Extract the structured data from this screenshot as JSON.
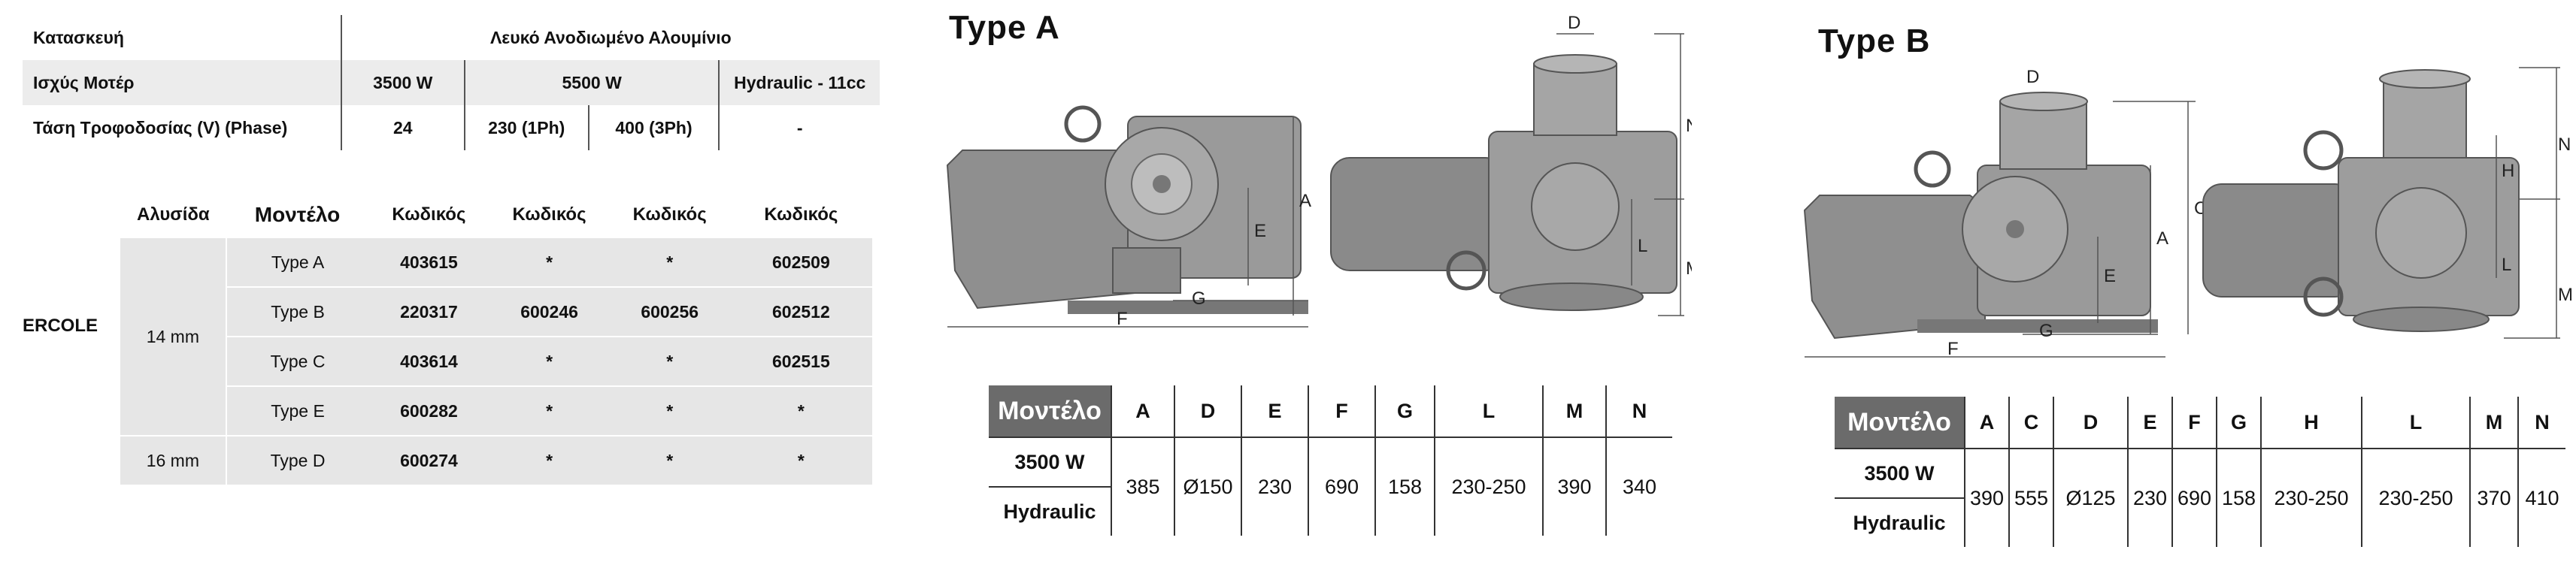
{
  "spec": {
    "row1": {
      "label": "Κατασκευή",
      "value": "Λευκό Ανοδιωμένο Αλουμίνιο"
    },
    "row2": {
      "label": "Ισχύς Μοτέρ",
      "v1": "3500 W",
      "v2": "5500 W",
      "v3": "Hydraulic - 11cc"
    },
    "row3": {
      "label": "Τάση Τροφοδοσίας (V) (Phase)",
      "v1": "24",
      "v2": "230 (1Ph)",
      "v3": "400 (3Ph)",
      "v4": "-"
    }
  },
  "codes": {
    "headers": [
      "Αλυσίδα",
      "Μοντέλο",
      "Κωδικός",
      "Κωδικός",
      "Κωδικός",
      "Κωδικός"
    ],
    "brand": "ERCOLE",
    "chain14": "14 mm",
    "chain16": "16 mm",
    "rows": [
      {
        "model": "Type A",
        "c1": "403615",
        "c2": "*",
        "c3": "*",
        "c4": "602509"
      },
      {
        "model": "Type B",
        "c1": "220317",
        "c2": "600246",
        "c3": "600256",
        "c4": "602512"
      },
      {
        "model": "Type C",
        "c1": "403614",
        "c2": "*",
        "c3": "*",
        "c4": "602515"
      },
      {
        "model": "Type E",
        "c1": "600282",
        "c2": "*",
        "c3": "*",
        "c4": "*"
      },
      {
        "model": "Type D",
        "c1": "600274",
        "c2": "*",
        "c3": "*",
        "c4": "*"
      }
    ]
  },
  "typeA": {
    "title": "Type A",
    "dims": {
      "A": "A",
      "D": "D",
      "E": "E",
      "F": "F",
      "G": "G",
      "L": "L",
      "M": "M",
      "N": "N"
    },
    "table": {
      "model_label": "Μοντέλο",
      "headers": [
        "A",
        "D",
        "E",
        "F",
        "G",
        "L",
        "M",
        "N"
      ],
      "row1": "3500 W",
      "row2": "Hydraulic",
      "values": [
        "385",
        "Ø150",
        "230",
        "690",
        "158",
        "230-250",
        "390",
        "340"
      ]
    }
  },
  "typeB": {
    "title": "Type B",
    "dims": {
      "A": "A",
      "C": "C",
      "D": "D",
      "E": "E",
      "F": "F",
      "G": "G",
      "H": "H",
      "L": "L",
      "M": "M",
      "N": "N"
    },
    "table": {
      "model_label": "Μοντέλο",
      "headers": [
        "A",
        "C",
        "D",
        "E",
        "F",
        "G",
        "H",
        "L",
        "M",
        "N"
      ],
      "row1": "3500 W",
      "row2": "Hydraulic",
      "values": [
        "390",
        "555",
        "Ø125",
        "230",
        "690",
        "158",
        "230-250",
        "230-250",
        "370",
        "410"
      ]
    }
  }
}
